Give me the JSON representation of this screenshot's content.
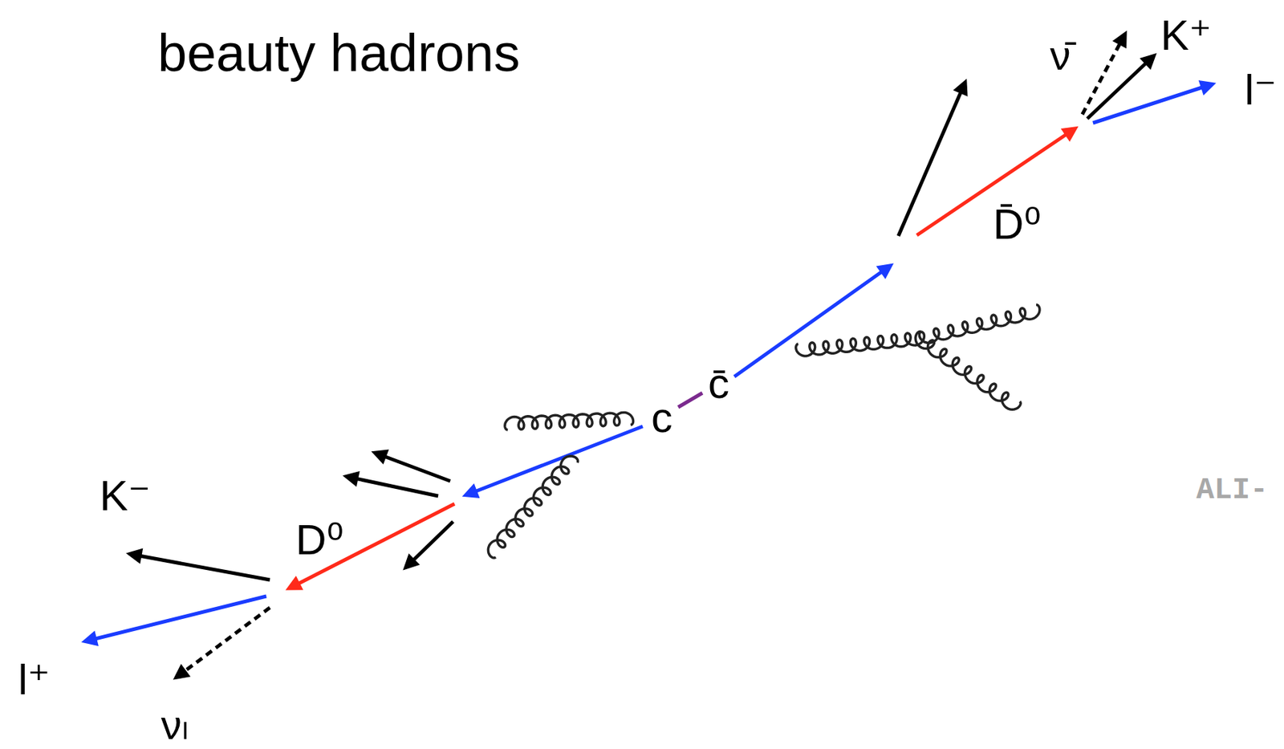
{
  "diagram": {
    "title": "beauty hadrons",
    "labels": [
      "K⁺",
      "ν̄",
      "l⁻",
      "D̄⁰",
      "c̄",
      "c",
      "K⁻",
      "D⁰",
      "l⁺",
      "νₗ",
      "ALI-"
    ]
  }
}
